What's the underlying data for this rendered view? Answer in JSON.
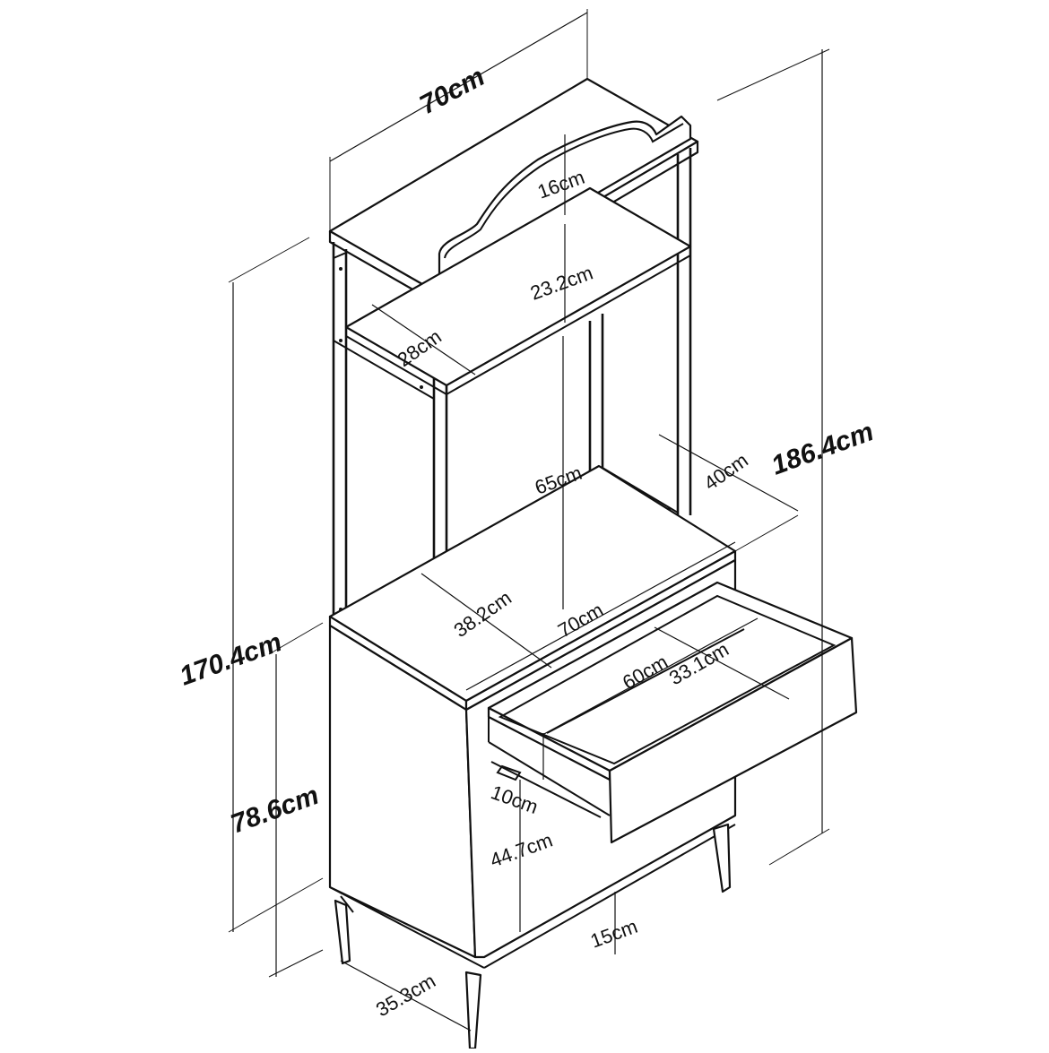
{
  "dimensions": {
    "top_width": "70cm",
    "total_height": "186.4cm",
    "frame_height": "170.4cm",
    "cabinet_height": "78.6cm",
    "crest_height": "16cm",
    "upper_shelf_gap": "23.2cm",
    "shelf_depth": "28cm",
    "open_height": "65cm",
    "frame_depth": "40cm",
    "counter_depth": "38.2cm",
    "counter_width": "70cm",
    "drawer_width": "60cm",
    "drawer_depth": "33.1cm",
    "drawer_height": "10cm",
    "lower_opening": "44.7cm",
    "leg_height": "15cm",
    "cabinet_depth": "35.3cm"
  },
  "colors": {
    "line": "#111111",
    "background": "#ffffff"
  }
}
